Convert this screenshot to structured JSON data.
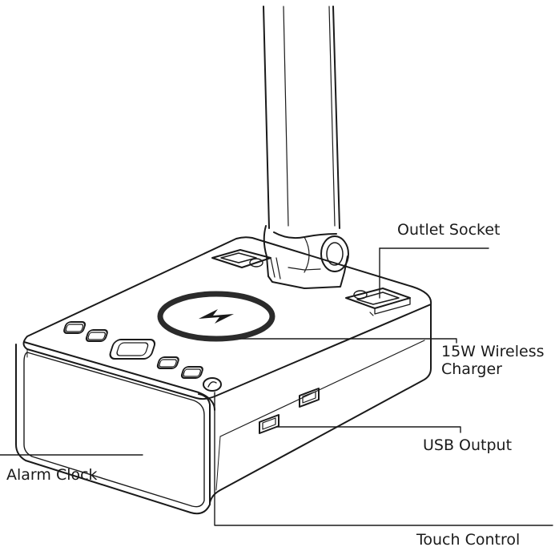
{
  "callouts": {
    "outlet_socket": "Outlet Socket",
    "wireless_charger_line1": "15W Wireless",
    "wireless_charger_line2": "Charger",
    "usb_output": "USB Output",
    "alarm_clock": "Alarm Clock",
    "touch_control": "Touch Control"
  },
  "colors": {
    "stroke": "#1a1a1a",
    "charger_ring": "#2b2b2b",
    "background": "#ffffff"
  }
}
